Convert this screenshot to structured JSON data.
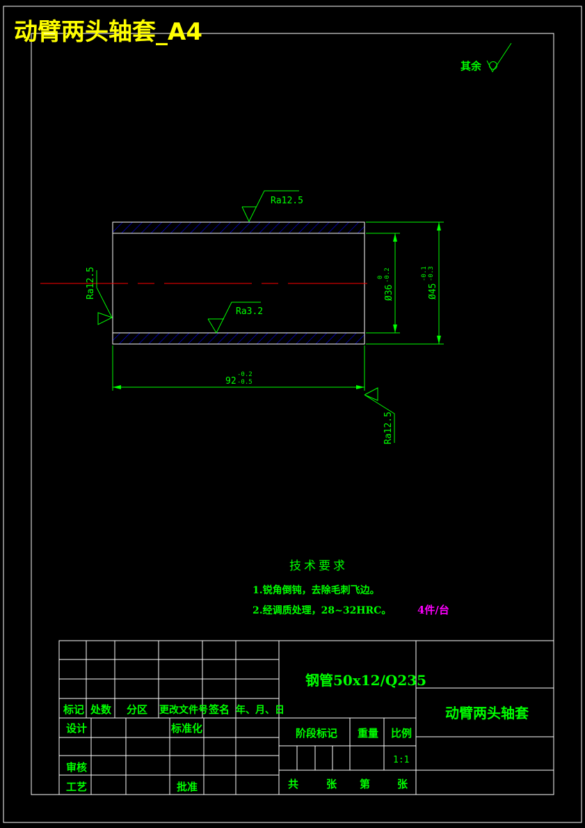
{
  "drawing_title": "动臂两头轴套_A4",
  "roughness_other": {
    "label": "其余"
  },
  "dimensions": {
    "top_rough": "Ra12.5",
    "left_rough": "Ra12.5",
    "inner_rough": "Ra3.2",
    "right_rough": "Ra12.5",
    "inner_dia": {
      "base": "Ø36",
      "upper": "0",
      "lower": "-0.2"
    },
    "outer_dia": {
      "base": "Ø45",
      "upper": "-0.1",
      "lower": "-0.3"
    },
    "length": {
      "base": "92",
      "upper": "-0.2",
      "lower": "-0.5"
    }
  },
  "tech_requirements": {
    "heading": "技术要求",
    "item1": "1.锐角倒钝，去除毛刺飞边。",
    "item2": "2.经调质处理，28~32HRC。",
    "quantity": "4件/台"
  },
  "title_block": {
    "material": "钢管50x12/Q235",
    "part_name": "动臂两头轴套",
    "headers": [
      "标记",
      "处数",
      "分区",
      "更改文件号",
      "签名",
      "年、月、日"
    ],
    "design": "设计",
    "standardize": "标准化",
    "review": "审核",
    "process": "工艺",
    "approve": "批准",
    "stage_mark": "阶段标记",
    "weight": "重量",
    "scale_label": "比例",
    "scale_value": "1:1",
    "total": "共",
    "sheets1": "张",
    "page": "第",
    "sheets2": "张"
  },
  "colors": {
    "background": "#000000",
    "frame": "#ffffff",
    "dimension": "#00ff00",
    "centerline": "#ff0000",
    "hatch": "#0000ff",
    "title": "#ffff00",
    "quantity": "#ff00ff"
  }
}
